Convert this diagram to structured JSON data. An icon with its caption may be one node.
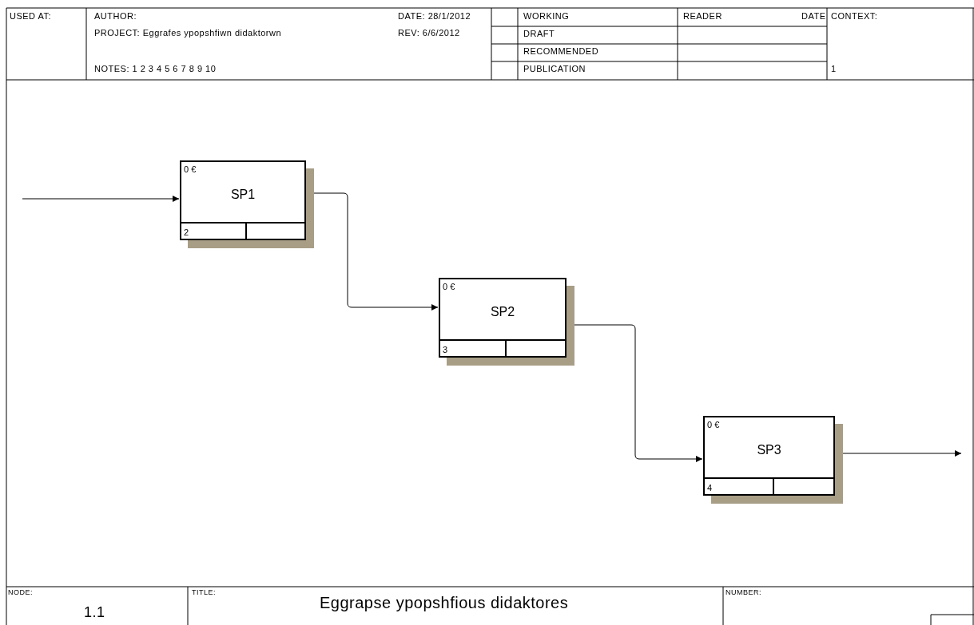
{
  "diagram": {
    "title": "Eggrapse ypopshfious didaktores",
    "nodes": [
      {
        "text": [
          "0 €",
          "SP1",
          "2"
        ]
      },
      {
        "text": [
          "0 €",
          "SP2",
          "3"
        ]
      },
      {
        "text": [
          "0 €",
          "SP3",
          "4"
        ]
      }
    ],
    "edges": [
      {
        "from": null,
        "to": 0,
        "arrow": "to"
      },
      {
        "from": 0,
        "to": 1,
        "arrow": "to"
      },
      {
        "from": 1,
        "to": 2,
        "arrow": "to"
      },
      {
        "from": 2,
        "to": null,
        "arrow": "to"
      }
    ],
    "labels": [
      "USED AT:",
      "AUTHOR:",
      "DATE: 28/1/2012",
      "PROJECT: Eggrafes ypopshfiwn didaktorwn",
      "REV: 6/6/2012",
      "NOTES: 1 2 3 4 5 6 7 8 9 10",
      "WORKING",
      "READER",
      "DATE",
      "CONTEXT:",
      "DRAFT",
      "RECOMMENDED",
      "PUBLICATION",
      "1",
      "NODE:",
      "1.1",
      "TITLE:",
      "NUMBER:"
    ]
  }
}
